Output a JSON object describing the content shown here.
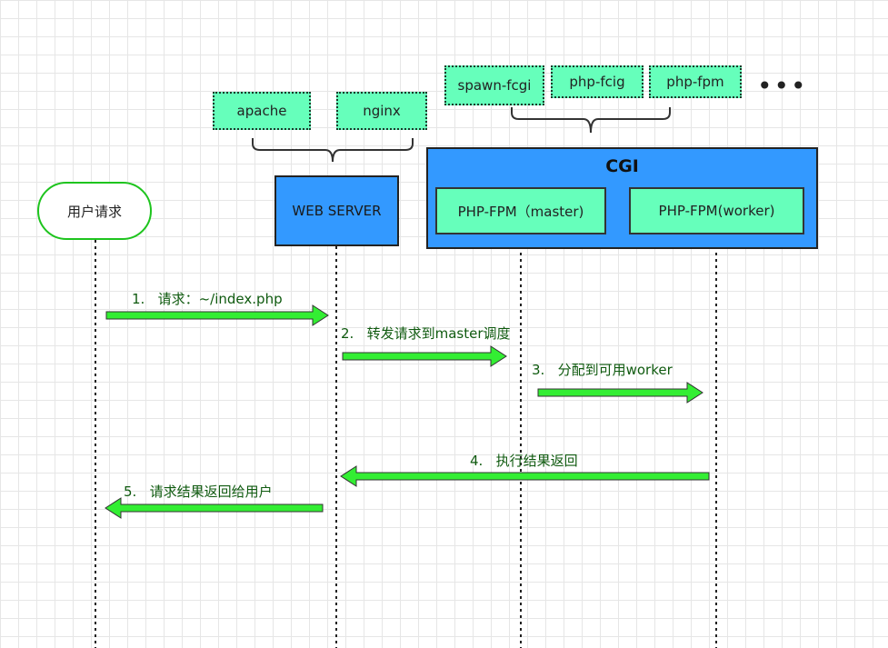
{
  "top_labels": {
    "apache": "apache",
    "nginx": "nginx",
    "spawn_fcgi": "spawn-fcgi",
    "php_fcig": "php-fcig",
    "php_fpm": "php-fpm",
    "more": "•••"
  },
  "nodes": {
    "user": "用户请求",
    "web_server": "WEB SERVER",
    "cgi_title": "CGI",
    "fpm_master": "PHP-FPM（master)",
    "fpm_worker": "PHP-FPM(worker)"
  },
  "steps": [
    "1.   请求：~/index.php",
    "2.   转发请求到master调度",
    "3.   分配到可用worker",
    "4.   执行结果返回",
    "5.   请求结果返回给用户"
  ],
  "colors": {
    "node_fill": "#66ffbb",
    "server_fill": "#3399ff",
    "arrow_fill": "#33ee33",
    "label_text": "#0f5a0f",
    "user_border": "#1ec41e"
  }
}
